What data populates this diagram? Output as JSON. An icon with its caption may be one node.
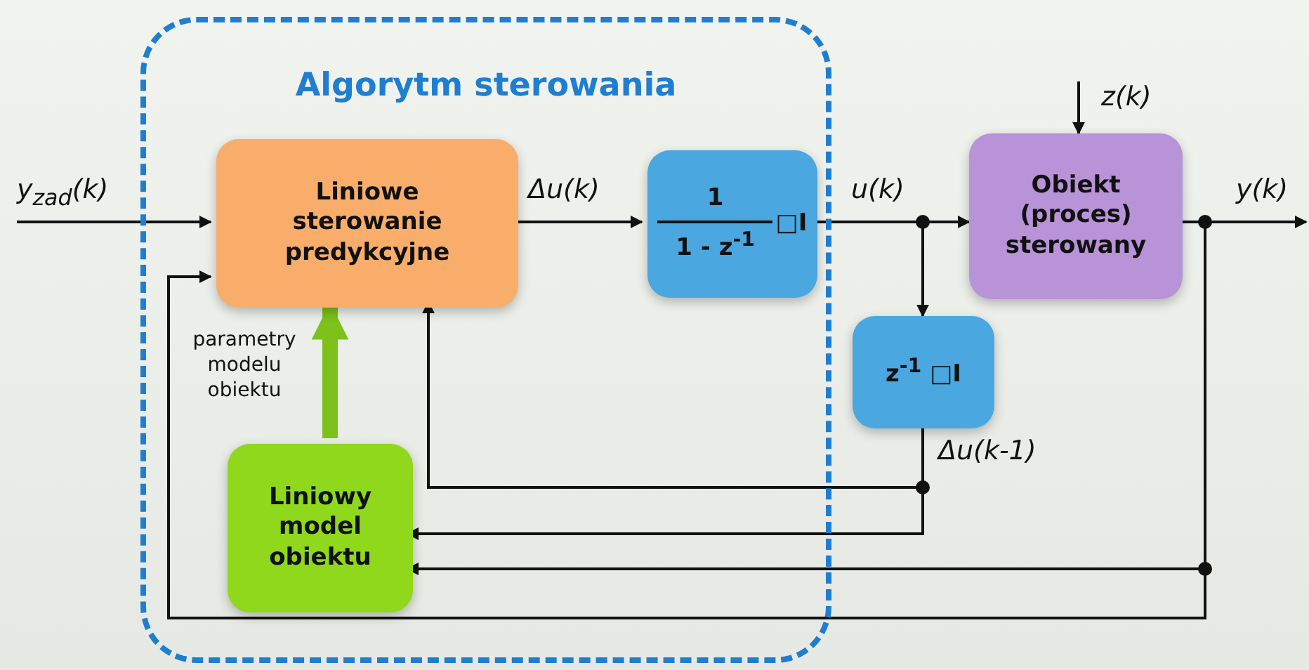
{
  "diagram": {
    "nodes": [
      {
        "text": [
          "Algorytm sterowania"
        ]
      },
      {
        "text": [
          "Liniowe sterowanie predykcyjne"
        ],
        "in": 0
      },
      {
        "text": [
          "Liniowy model obiektu"
        ],
        "in": 0
      },
      {
        "text": [
          "1",
          "1 - z$^{-1}$",
          "□I"
        ],
        "in": 0
      },
      {
        "text": [
          "z$^{-1}$ □I"
        ]
      },
      {
        "text": [
          "Obiekt (proces) sterowany"
        ]
      }
    ],
    "edges": [
      {
        "from": null,
        "to": 1,
        "arrow": "to",
        "label": "y$_{zad}$(k)"
      },
      {
        "from": 1,
        "to": 3,
        "arrow": "to",
        "label": "Δu(k)"
      },
      {
        "from": 3,
        "to": 5,
        "arrow": "to",
        "label": "u(k)"
      },
      {
        "from": 3,
        "to": 4,
        "arrow": "to"
      },
      {
        "from": 4,
        "to": 1,
        "arrow": "to",
        "label": "Δu(k-1)"
      },
      {
        "from": 4,
        "to": 2,
        "arrow": "to"
      },
      {
        "from": null,
        "to": 5,
        "arrow": "to",
        "label": "z(k)"
      },
      {
        "from": 5,
        "to": null,
        "arrow": "to",
        "label": "y(k)"
      },
      {
        "from": 5,
        "to": 2,
        "arrow": "to"
      },
      {
        "from": 5,
        "to": 1,
        "arrow": "to"
      },
      {
        "from": 2,
        "to": 1,
        "arrow": "to",
        "label": "parametry modelu obiektu",
        "style": "thick",
        "color": "#7cc21a"
      }
    ]
  }
}
